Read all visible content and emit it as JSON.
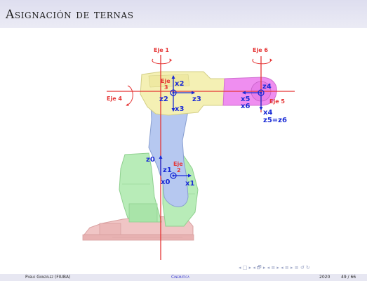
{
  "slide": {
    "title": "Asignación de ternas"
  },
  "labels": {
    "eje1": "Eje 1",
    "eje2": "Eje",
    "eje2_num": "2",
    "eje3": "Eje",
    "eje3_num": "3",
    "eje4": "Eje 4",
    "eje5": "Eje 5",
    "eje6": "Eje 6",
    "x0": "x0",
    "x1": "x1",
    "z0": "z0",
    "z1": "z1",
    "x2": "x2",
    "z2": "z2",
    "z3": "z3",
    "x3": "x3",
    "z4": "z4",
    "x5": "x5",
    "x6": "x6",
    "x4": "x4",
    "z5z6": "z5=z6"
  },
  "footer": {
    "author": "Pablo González (FIUBA)",
    "topic": "Cinemática",
    "year": "2020",
    "page": "49 / 66"
  },
  "nav": {
    "glyphs": "◂ □ ▸ ◂ 🗗 ▸ ◂ ≡ ▸ ◂ ≡ ▸   ≡   ↺ ↻"
  },
  "colors": {
    "base": "#f0c5c5",
    "body": "#b8ecb8",
    "arm": "#b6c8f0",
    "shoulder": "#f4f0b4",
    "wrist": "#ef8ef0",
    "axis_line": "#e53535",
    "frame": "#1a2bd6"
  }
}
